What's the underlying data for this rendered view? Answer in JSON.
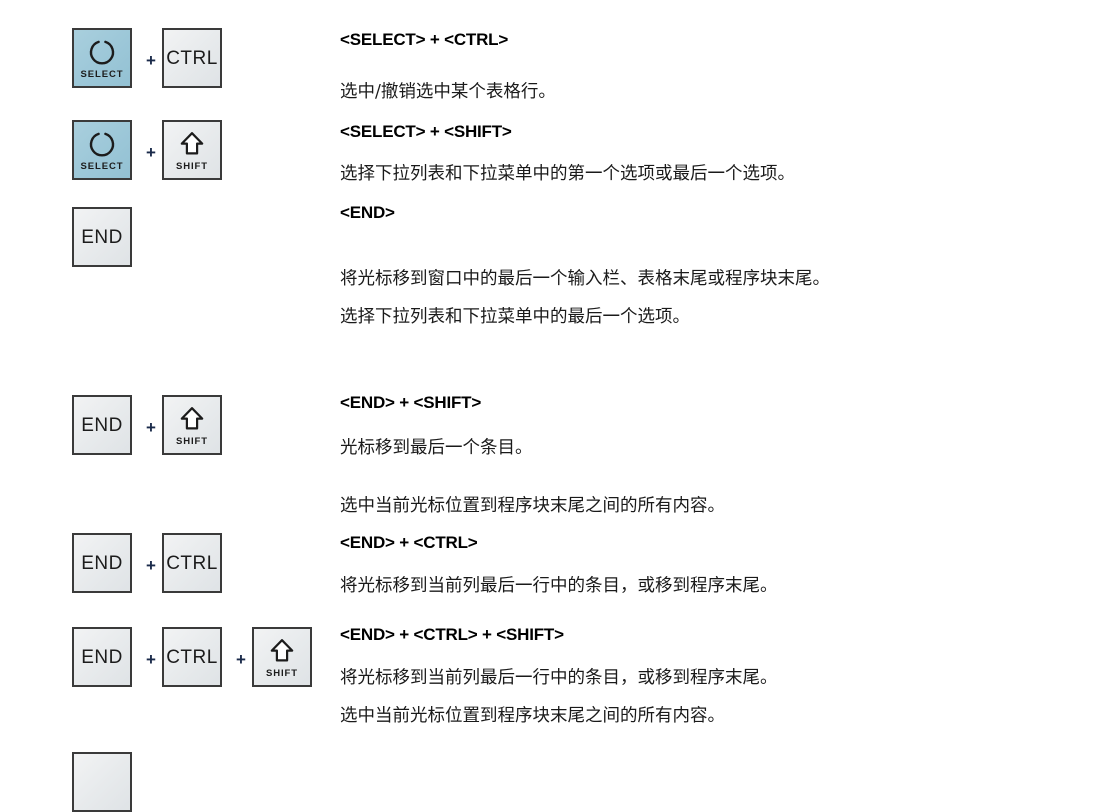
{
  "document": {
    "language": "zh-CN",
    "kind": "keyboard-shortcut-reference"
  },
  "keys": {
    "select": {
      "label": "SELECT",
      "icon": "select-circle-icon",
      "color": "#9cc7d8"
    },
    "ctrl": {
      "label": "CTRL",
      "color": "#e7eaec"
    },
    "shift": {
      "label": "SHIFT",
      "icon": "shift-arrow-up-icon",
      "color": "#e7eaec"
    },
    "end": {
      "label": "END",
      "color": "#e7eaec"
    }
  },
  "plus_symbol": "+",
  "entries": [
    {
      "id": "select-ctrl",
      "heading": "<SELECT> + <CTRL>",
      "lines": [
        "选中/撤销选中某个表格行。"
      ]
    },
    {
      "id": "select-shift",
      "heading": "<SELECT> + <SHIFT>",
      "lines": [
        "选择下拉列表和下拉菜单中的第一个选项或最后一个选项。"
      ]
    },
    {
      "id": "end",
      "heading": "<END>",
      "lines": [
        "将光标移到窗口中的最后一个输入栏、表格末尾或程序块末尾。",
        "选择下拉列表和下拉菜单中的最后一个选项。"
      ]
    },
    {
      "id": "end-shift",
      "heading": "<END> + <SHIFT>",
      "lines": [
        "光标移到最后一个条目。",
        "选中当前光标位置到程序块末尾之间的所有内容。"
      ]
    },
    {
      "id": "end-ctrl",
      "heading": "<END> + <CTRL>",
      "lines": [
        "将光标移到当前列最后一行中的条目，或移到程序末尾。"
      ]
    },
    {
      "id": "end-ctrl-shift",
      "heading": "<END> + <CTRL> + <SHIFT>",
      "lines": [
        "将光标移到当前列最后一行中的条目，或移到程序末尾。",
        "选中当前光标位置到程序块末尾之间的所有内容。"
      ]
    }
  ]
}
